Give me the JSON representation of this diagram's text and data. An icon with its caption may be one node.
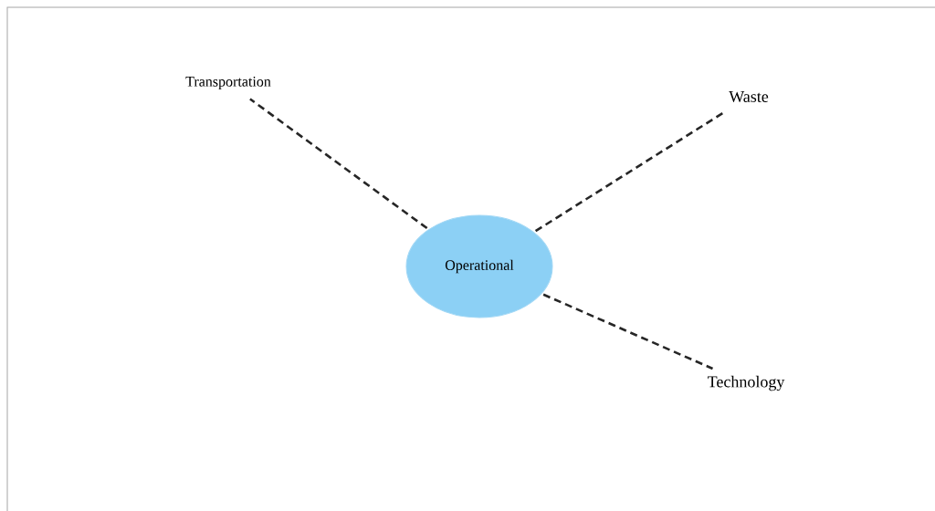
{
  "diagram": {
    "nodes": [
      {
        "text": [
          "Operational"
        ]
      },
      {
        "text": [
          "Transportation"
        ]
      },
      {
        "text": [
          "Waste"
        ]
      },
      {
        "text": [
          "Technology"
        ]
      }
    ],
    "edges": [
      {
        "from": 0,
        "to": 1,
        "arrow": "none",
        "style": "dashed"
      },
      {
        "from": 0,
        "to": 2,
        "arrow": "none",
        "style": "dashed"
      },
      {
        "from": 0,
        "to": 3,
        "arrow": "none",
        "style": "dashed"
      }
    ]
  }
}
